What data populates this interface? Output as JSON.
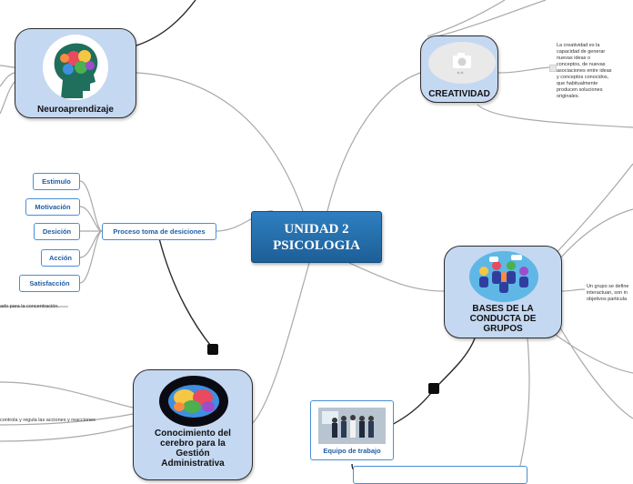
{
  "central": {
    "line1": "UNIDAD 2",
    "line2": "PSICOLOGIA"
  },
  "nodes": {
    "neuroaprendizaje": "Neuroaprendizaje",
    "creatividad": "CREATIVIDAD",
    "bases_l1": "BASES DE LA",
    "bases_l2": "CONDUCTA DE",
    "bases_l3": "GRUPOS",
    "conoc_l1": "Conocimiento del",
    "conoc_l2": "cerebro para la",
    "conoc_l3": "Gestión",
    "conoc_l4": "Administrativa"
  },
  "decision": {
    "label": "Proceso toma de desiciones",
    "items": [
      "Estimulo",
      "Motivación",
      "Desición",
      "Acción",
      "Satisfacción"
    ]
  },
  "equipo": {
    "label": "Equipo de trabajo"
  },
  "notes": {
    "creatividad": [
      "La creatividad es la",
      "capacidad de generar",
      "nuevas ideas o",
      "conceptos, de nuevas",
      "asociaciones entre ideas",
      "y conceptos conocidos,",
      "que habitualmente",
      "producen soluciones",
      "originales."
    ],
    "grupo": [
      "Un grupo se define",
      "interactuan, son in",
      "objetivos particula"
    ],
    "concentracion": "ado para la concentración.",
    "controla": "controla y regula las acciones y reacciones"
  },
  "icons": {
    "brain_colors": [
      "#e84a5f",
      "#f6c744",
      "#4caf50",
      "#3f8fe0",
      "#9c4dcc",
      "#ff8a3d"
    ],
    "link_color": "#9a9a9a"
  }
}
